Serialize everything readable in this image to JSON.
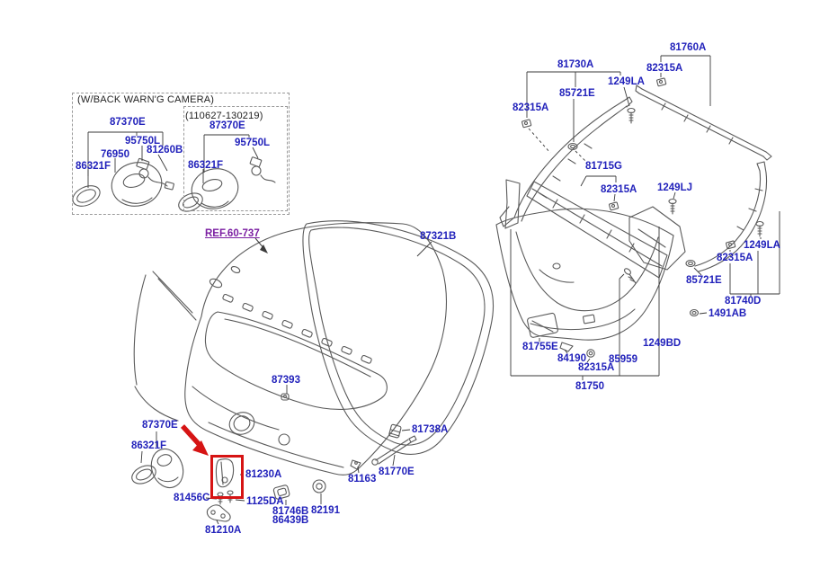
{
  "diagram": {
    "type": "exploded-parts-diagram",
    "subject": "Tailgate panel and lift gate trim",
    "variant_note": "(W/BACK WARN'G CAMERA)",
    "date_range_note": "(110627-130219)",
    "reference_link": "REF.60-737",
    "highlighted_part": "81230A"
  },
  "colors": {
    "part": "#2222bb",
    "header": "#222222",
    "ref": "#7b1fa2",
    "highlight": "#d61414",
    "line": "#5a5a5a",
    "background": "#ffffff"
  },
  "labels": [
    {
      "text": "(W/BACK WARN'G CAMERA)"
    },
    {
      "text": "87370E"
    },
    {
      "text": "95750L"
    },
    {
      "text": "81260B"
    },
    {
      "text": "76950"
    },
    {
      "text": "86321F"
    },
    {
      "text": "(110627-130219)"
    },
    {
      "text": "87370E"
    },
    {
      "text": "95750L"
    },
    {
      "text": "86321F"
    },
    {
      "text": "REF.60-737"
    },
    {
      "text": "87321B"
    },
    {
      "text": "87393"
    },
    {
      "text": "81738A"
    },
    {
      "text": "81770E"
    },
    {
      "text": "81163"
    },
    {
      "text": "87370E"
    },
    {
      "text": "86321F"
    },
    {
      "text": "81230A"
    },
    {
      "text": "81456C"
    },
    {
      "text": "1125DA"
    },
    {
      "text": "81746B"
    },
    {
      "text": "86439B"
    },
    {
      "text": "82191"
    },
    {
      "text": "81210A"
    },
    {
      "text": "81730A"
    },
    {
      "text": "85721E"
    },
    {
      "text": "1249LA"
    },
    {
      "text": "82315A"
    },
    {
      "text": "81760A"
    },
    {
      "text": "82315A"
    },
    {
      "text": "81715G"
    },
    {
      "text": "82315A"
    },
    {
      "text": "1249LJ"
    },
    {
      "text": "1249LA"
    },
    {
      "text": "82315A"
    },
    {
      "text": "85721E"
    },
    {
      "text": "81740D"
    },
    {
      "text": "1491AB"
    },
    {
      "text": "81755E"
    },
    {
      "text": "84190"
    },
    {
      "text": "82315A"
    },
    {
      "text": "85959"
    },
    {
      "text": "1249BD"
    },
    {
      "text": "81750"
    }
  ]
}
